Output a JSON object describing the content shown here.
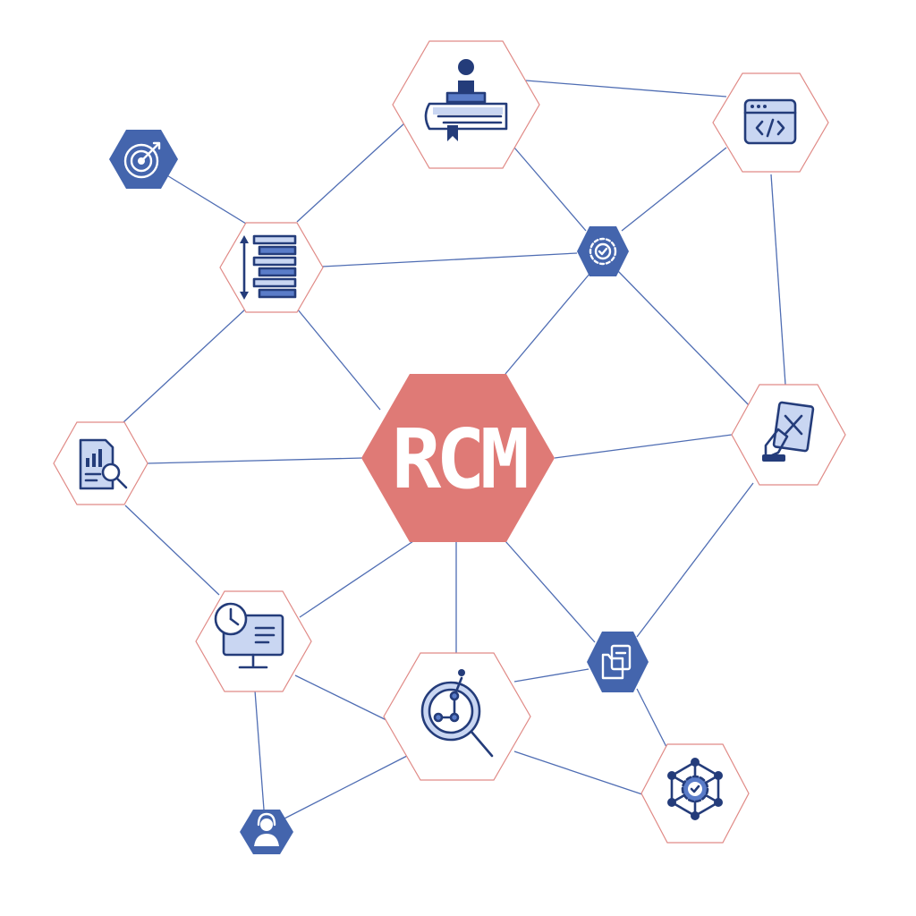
{
  "center": {
    "logo_text": "RCM",
    "color": "#df7a76"
  },
  "colors": {
    "accent_blue": "#4465ad",
    "ink": "#243c7a",
    "link": "#4f6db3",
    "outline": "#e08a86"
  },
  "nodes": [
    {
      "id": "book-stamp",
      "icon": "book-stamp-icon",
      "style": "outline"
    },
    {
      "id": "code-window",
      "icon": "code-window-icon",
      "style": "outline"
    },
    {
      "id": "target",
      "icon": "target-icon",
      "style": "solid"
    },
    {
      "id": "list-sort",
      "icon": "list-sort-icon",
      "style": "outline"
    },
    {
      "id": "gear-check",
      "icon": "gear-check-icon",
      "style": "solid"
    },
    {
      "id": "report-search",
      "icon": "report-search-icon",
      "style": "outline"
    },
    {
      "id": "hand-reject",
      "icon": "hand-reject-icon",
      "style": "outline"
    },
    {
      "id": "monitor-clock",
      "icon": "monitor-clock-icon",
      "style": "outline"
    },
    {
      "id": "folder-docs",
      "icon": "folder-docs-icon",
      "style": "solid"
    },
    {
      "id": "search-graph",
      "icon": "search-graph-icon",
      "style": "outline"
    },
    {
      "id": "network-gear",
      "icon": "network-gear-icon",
      "style": "outline"
    },
    {
      "id": "support-agent",
      "icon": "support-agent-icon",
      "style": "solid"
    }
  ]
}
